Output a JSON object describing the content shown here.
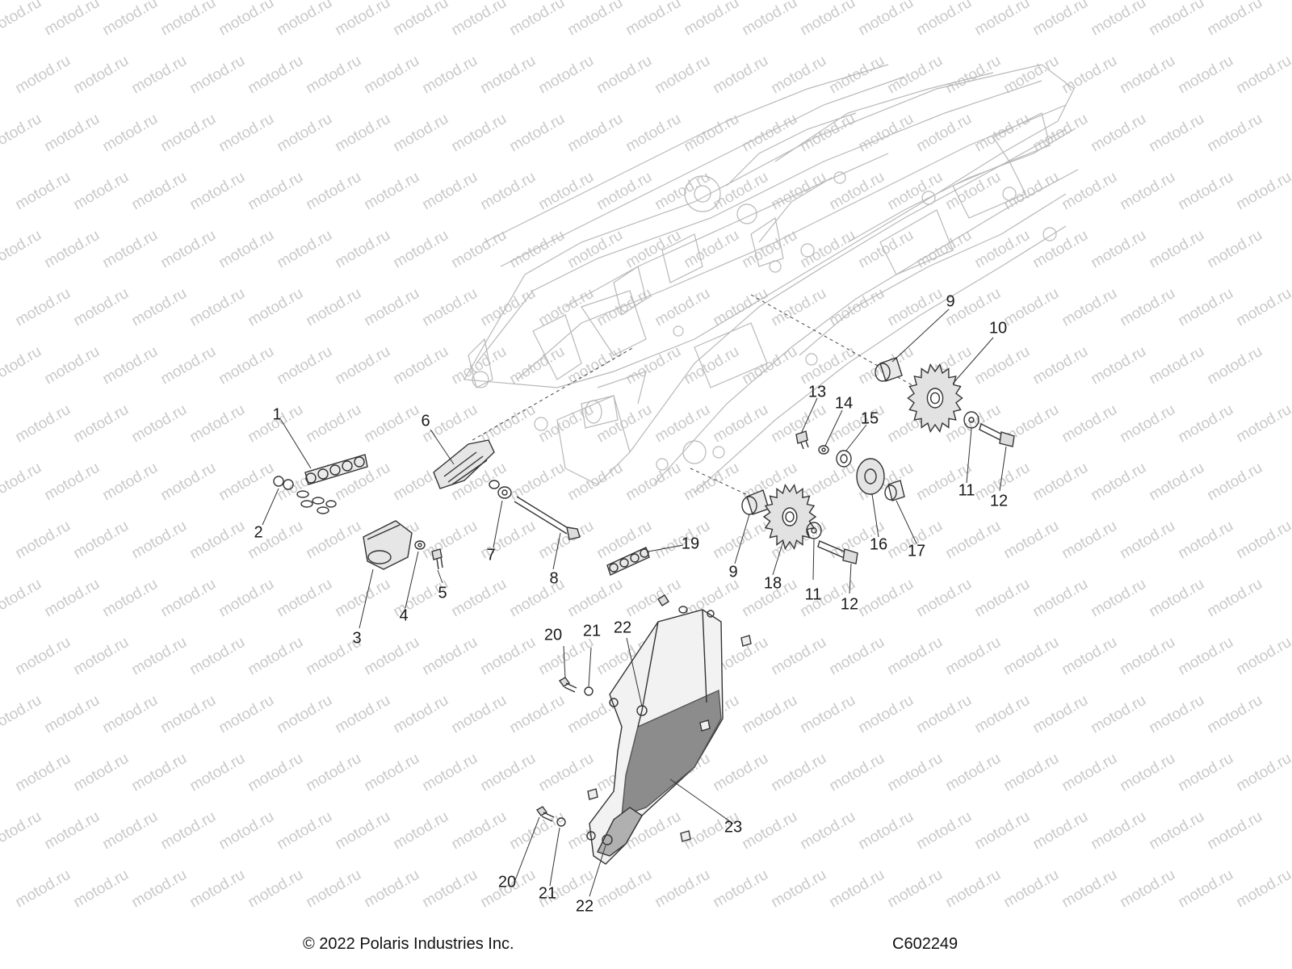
{
  "watermark": "motod.ru",
  "copyright": "© 2022 Polaris Industries Inc.",
  "diagram_code": "C602249",
  "colors": {
    "line": "#4a4a4a",
    "faint": "#b8b8b8",
    "shade": "#8c8c8c",
    "watermark": "#c9c9c9"
  },
  "callouts": {
    "c1": "1",
    "c2": "2",
    "c3": "3",
    "c4": "4",
    "c5": "5",
    "c6": "6",
    "c7": "7",
    "c8": "8",
    "c9a": "9",
    "c9b": "9",
    "c10": "10",
    "c11a": "11",
    "c11b": "11",
    "c12a": "12",
    "c12b": "12",
    "c13": "13",
    "c14": "14",
    "c15": "15",
    "c16": "16",
    "c17": "17",
    "c18": "18",
    "c19": "19",
    "c20a": "20",
    "c20b": "20",
    "c21a": "21",
    "c21b": "21",
    "c22a": "22",
    "c22b": "22",
    "c23": "23"
  }
}
